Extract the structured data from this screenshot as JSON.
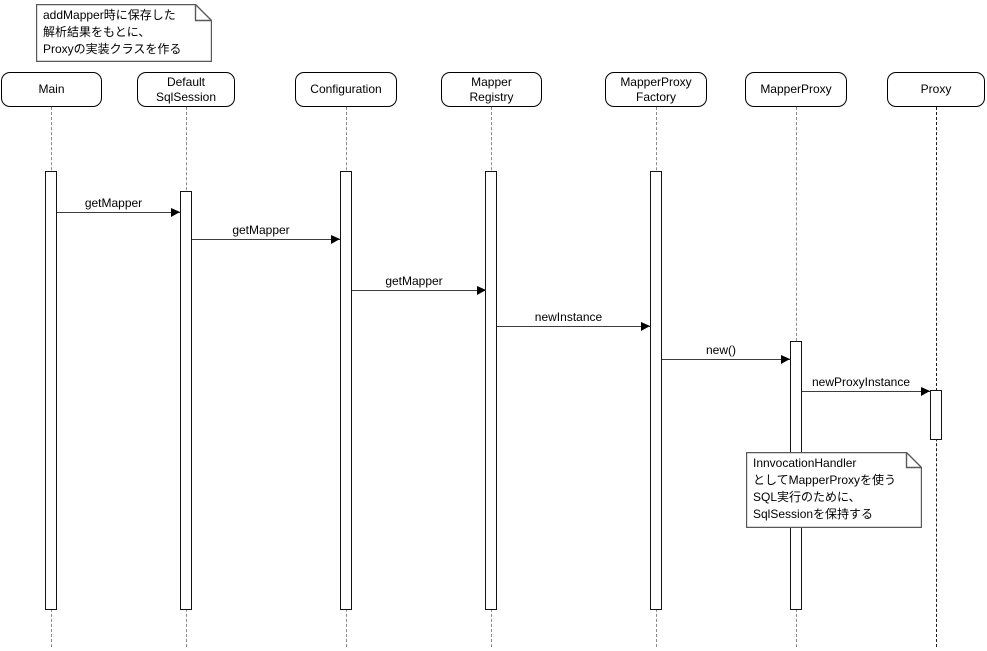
{
  "participants": [
    {
      "label": "Main"
    },
    {
      "label": "Default\nSqlSession"
    },
    {
      "label": "Configuration"
    },
    {
      "label": "Mapper\nRegistry"
    },
    {
      "label": "MapperProxy\nFactory"
    },
    {
      "label": "MapperProxy"
    },
    {
      "label": "Proxy"
    }
  ],
  "messages": [
    {
      "label": "getMapper",
      "from": "Main",
      "to": "DefaultSqlSession"
    },
    {
      "label": "getMapper",
      "from": "DefaultSqlSession",
      "to": "Configuration"
    },
    {
      "label": "getMapper",
      "from": "Configuration",
      "to": "MapperRegistry"
    },
    {
      "label": "newInstance",
      "from": "MapperRegistry",
      "to": "MapperProxyFactory"
    },
    {
      "label": "new()",
      "from": "MapperProxyFactory",
      "to": "MapperProxy"
    },
    {
      "label": "newProxyInstance",
      "from": "MapperProxy",
      "to": "Proxy"
    }
  ],
  "notes": [
    {
      "text": "addMapper時に保存した\n解析結果をもとに、\nProxyの実装クラスを作る"
    },
    {
      "text": "InnvocationHandler\nとしてMapperProxyを使う\nSQL実行のために、\nSqlSessionを保持する"
    }
  ],
  "colors": {
    "background": "#ffffff",
    "shape_stroke": "#000000",
    "note_border": "#595959",
    "lifeline": "#8a8a8a",
    "lifeline_dark": "#1c1c1c",
    "text": "#000000"
  }
}
